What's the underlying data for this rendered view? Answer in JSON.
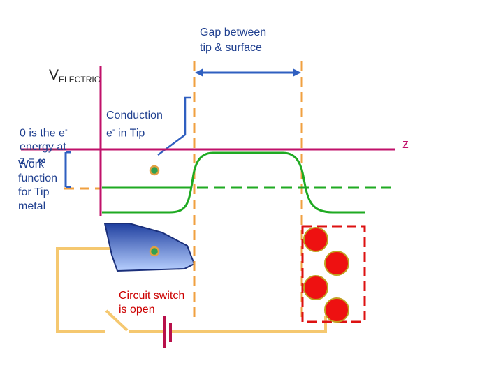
{
  "labels": {
    "v_main": "V",
    "v_sub": "ELECTRIC",
    "gap": "Gap between\ntip & surface",
    "conduction_a": "Conduction\ne",
    "conduction_sup": "-",
    "conduction_b": " in Tip",
    "zero_a": "0 is the e",
    "zero_sup": "-",
    "zero_b": "\nenergy at\nz = ",
    "zero_inf": "∞",
    "work_function": "Work\nfunction\nfor Tip\nmetal",
    "z_axis": "z",
    "circuit": "Circuit switch\nis open"
  },
  "colors": {
    "axis": "#c0106a",
    "potential": "#1faa22",
    "dashed_guide": "#f0a040",
    "arrow": "#2f5fc0",
    "circuit_wire": "#f5c870",
    "atom": "#ee1111",
    "atom_box": "#dd1111",
    "battery": "#b8104a",
    "tip_top": "#1f3f9f",
    "tip_bottom": "#b8d0ff",
    "electron_dot": "#2fa050"
  }
}
